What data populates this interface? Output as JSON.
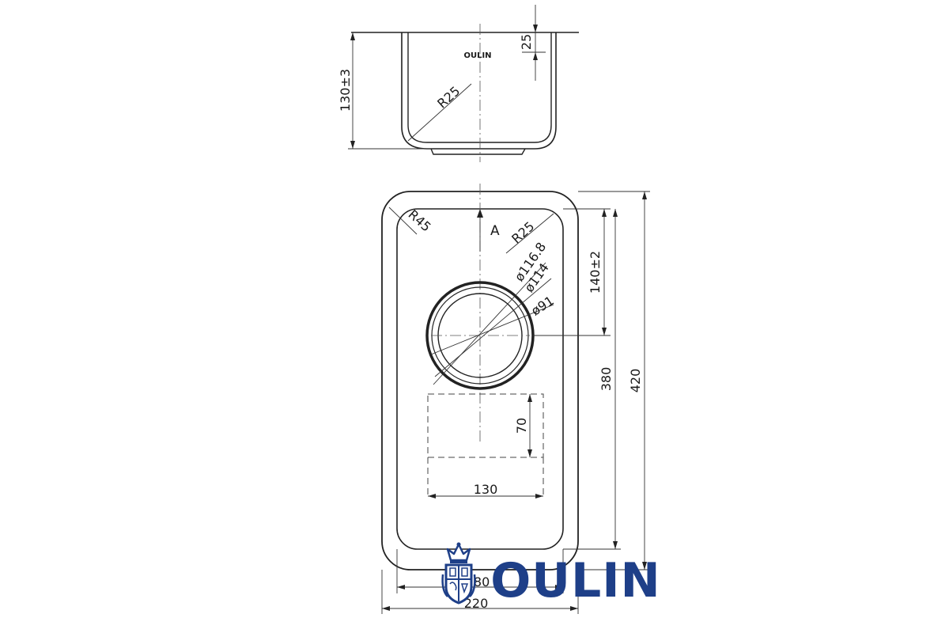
{
  "side_view": {
    "dim_height": "130±3",
    "dim_top": "25",
    "radius": "R25",
    "logo_text": "OULIN"
  },
  "top_view": {
    "corner_radius_outer": "R45",
    "corner_radius_inner": "R25",
    "section_marker": "A",
    "dia_outer": "ø116.8",
    "dia_mid": "ø114",
    "dia_inner": "ø91",
    "dim_drain_offset": "140±2",
    "dim_inner_length": "380",
    "dim_outer_length": "420",
    "dim_rack_height": "70",
    "dim_rack_width": "130",
    "dim_inner_width": "180",
    "dim_outer_width": "220"
  },
  "brand": {
    "name": "OULIN",
    "logo_icon": "royal-crest-icon",
    "color": "#1e3f88"
  }
}
